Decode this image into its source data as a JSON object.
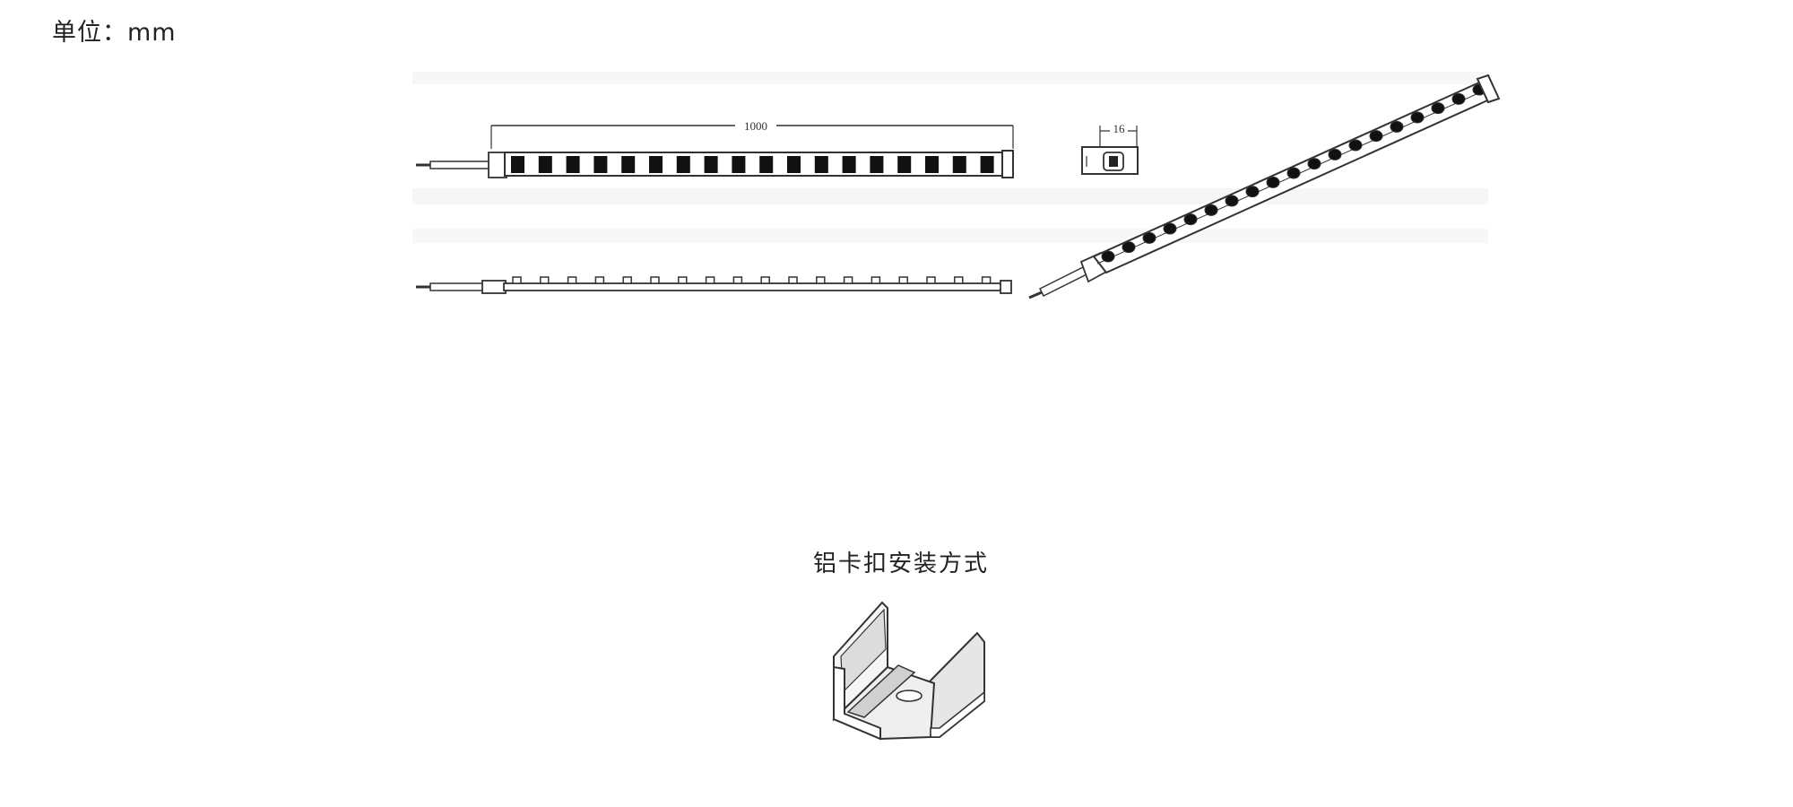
{
  "unit_label": "单位：mm",
  "dimensions": {
    "length": "1000",
    "width": "16"
  },
  "mounting_caption": "铝卡扣安装方式",
  "colors": {
    "line": "#333333",
    "led": "#111111",
    "clip_face": "#f2f2f2",
    "clip_shade": "#d9d9d9"
  }
}
